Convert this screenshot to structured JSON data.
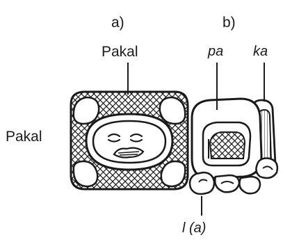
{
  "panels": {
    "a": {
      "letter": "a)",
      "title": "Pakal"
    },
    "b": {
      "letter": "b)",
      "top_left": "pa",
      "top_right": "ka",
      "bottom": "l (a)"
    }
  },
  "side_label": "Pakal",
  "colors": {
    "ink": "#1a1a1a",
    "paper": "#ffffff"
  }
}
